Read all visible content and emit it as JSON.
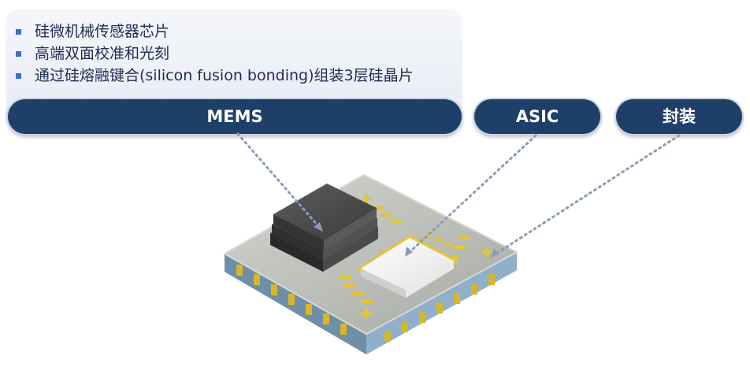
{
  "features": {
    "items": [
      "硅微机械传感器芯片",
      "高端双面校准和光刻",
      "通过硅熔融键合(silicon fusion bonding)组装3层硅晶片"
    ]
  },
  "labels": {
    "mems": "MEMS",
    "asic": "ASIC",
    "package": "封装"
  },
  "colors": {
    "pill": "#1e3f68",
    "bullet": "#3f6fc2",
    "text": "#1d2d52",
    "package_top": "#b8bab5",
    "pad_gold": "#e3c43a",
    "mems_die": "#4a4a4a",
    "asic_die": "#f4f4f4",
    "leader_line": "#8a9bb8"
  }
}
